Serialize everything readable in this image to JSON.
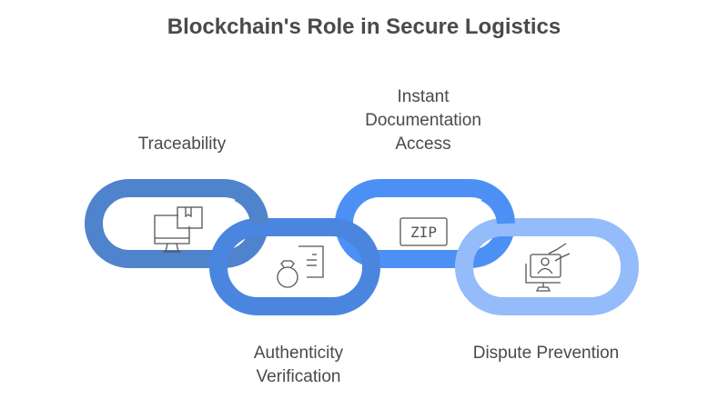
{
  "title": "Blockchain's Role in Secure Logistics",
  "links": [
    {
      "id": "traceability",
      "label": [
        "Traceability"
      ],
      "color": "#4f83cc",
      "icon": "monitor-package-icon"
    },
    {
      "id": "authenticity",
      "label": [
        "Authenticity",
        "Verification"
      ],
      "color": "#4a86e0",
      "icon": "ring-certificate-icon"
    },
    {
      "id": "documentation",
      "label": [
        "Instant",
        "Documentation",
        "Access"
      ],
      "color": "#4d90f5",
      "icon": "zip-file-icon",
      "icon_text": "ZIP"
    },
    {
      "id": "dispute",
      "label": [
        "Dispute Prevention"
      ],
      "color": "#94bcfb",
      "icon": "monitor-user-hand-icon"
    }
  ]
}
